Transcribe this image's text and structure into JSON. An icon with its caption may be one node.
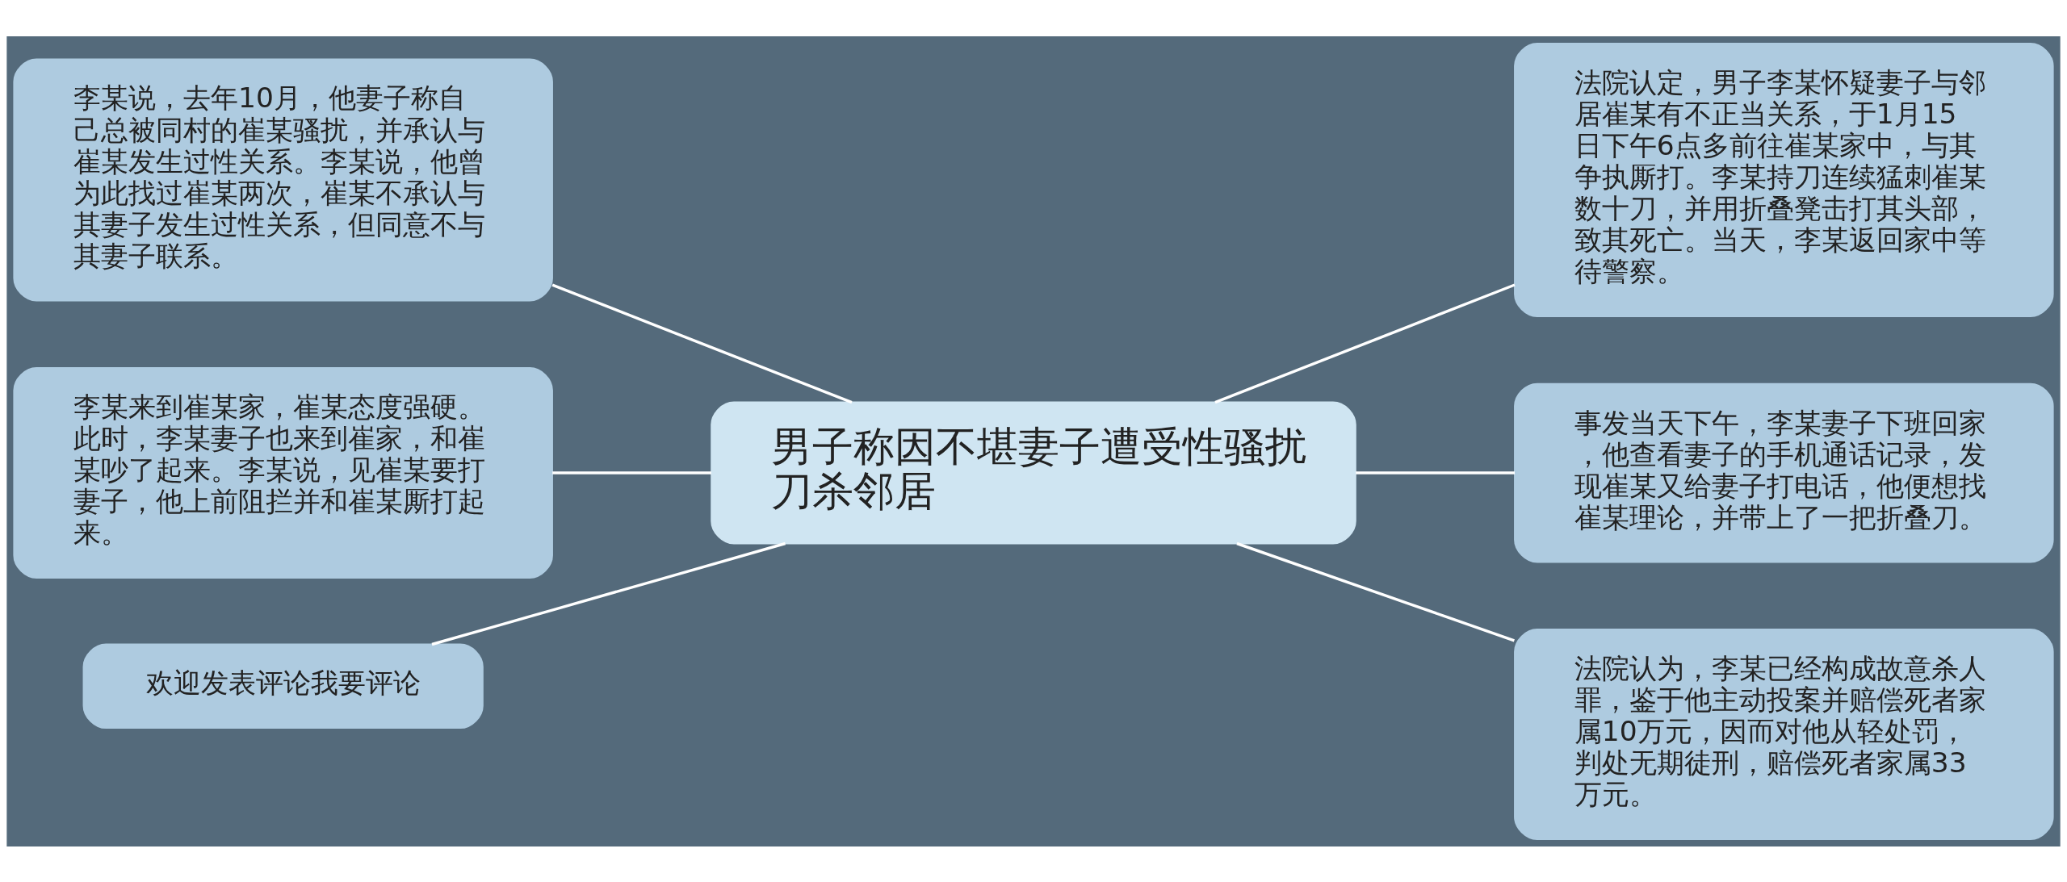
{
  "diagram": {
    "nodes": [
      {
        "text": [
          "男子称因不堪妻子遭受性骚扰刀杀邻居"
        ]
      },
      {
        "text": [
          "李某说，去年10月，他妻子称自己总被同村的崔某骚扰，并承认与崔某发生过性关系。李某说，他曾为此找过崔某两次，崔某不承认与其妻子发生过性关系，但同意不与其妻子联系。"
        ]
      },
      {
        "text": [
          "李某来到崔某家，崔某态度强硬。此时，李某妻子也来到崔家，和崔某吵了起来。李某说，见崔某要打妻子，他上前阻拦并和崔某厮打起来。"
        ]
      },
      {
        "text": [
          "欢迎发表评论我要评论"
        ]
      },
      {
        "text": [
          "法院认定，男子李某怀疑妻子与邻居崔某有不正当关系，于1月15日下午6点多前往崔某家中，与其争执厮打。李某持刀连续猛刺崔某数十刀，并用折叠凳击打其头部，致其死亡。当天，李某返回家中等待警察。"
        ]
      },
      {
        "text": [
          "事发当天下午，李某妻子下班回家，他查看妻子的手机通话记录，发现崔某又给妻子打电话，他便想找崔某理论，并带上了一把折叠刀。"
        ]
      },
      {
        "text": [
          "法院认为，李某已经构成故意杀人罪，鉴于他主动投案并赔偿死者家属10万元，因而对他从轻处罚，判处无期徒刑，赔偿死者家属33万元。"
        ]
      }
    ],
    "edges": [
      {
        "from": 0,
        "to": 1,
        "arrow": "none"
      },
      {
        "from": 0,
        "to": 2,
        "arrow": "none"
      },
      {
        "from": 0,
        "to": 3,
        "arrow": "none"
      },
      {
        "from": 0,
        "to": 4,
        "arrow": "none"
      },
      {
        "from": 0,
        "to": 5,
        "arrow": "none"
      },
      {
        "from": 0,
        "to": 6,
        "arrow": "none"
      }
    ]
  }
}
